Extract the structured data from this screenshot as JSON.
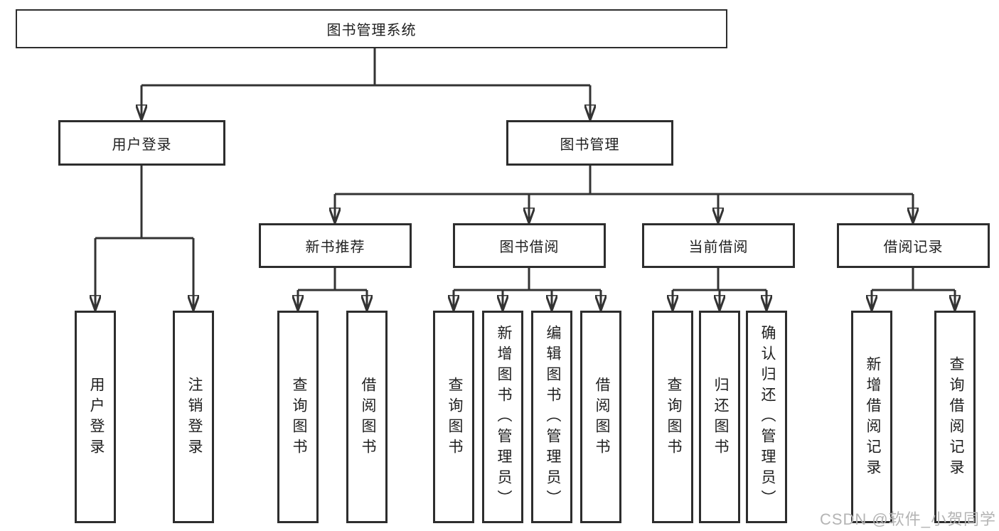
{
  "tree": {
    "label": "图书管理系统",
    "children": [
      {
        "label": "用户登录",
        "children": [
          {
            "label": "用户登录"
          },
          {
            "label": "注销登录"
          }
        ]
      },
      {
        "label": "图书管理",
        "children": [
          {
            "label": "新书推荐",
            "children": [
              {
                "label": "查询图书"
              },
              {
                "label": "借阅图书"
              }
            ]
          },
          {
            "label": "图书借阅",
            "children": [
              {
                "label": "查询图书"
              },
              {
                "label": "新增图书（管理员）"
              },
              {
                "label": "编辑图书（管理员）"
              },
              {
                "label": "借阅图书"
              }
            ]
          },
          {
            "label": "当前借阅",
            "children": [
              {
                "label": "查询图书"
              },
              {
                "label": "归还图书"
              },
              {
                "label": "确认归还（管理员）"
              }
            ]
          },
          {
            "label": "借阅记录",
            "children": [
              {
                "label": "新增借阅记录"
              },
              {
                "label": "查询借阅记录"
              }
            ]
          }
        ]
      }
    ]
  },
  "watermark": {
    "text": "CSDN @软件_小贺同学"
  },
  "colors": {
    "line": "#333333",
    "box_border": "#2d2d2d",
    "text": "#1f1f1f",
    "watermark": "#b4b4b4",
    "background": "#ffffff"
  }
}
